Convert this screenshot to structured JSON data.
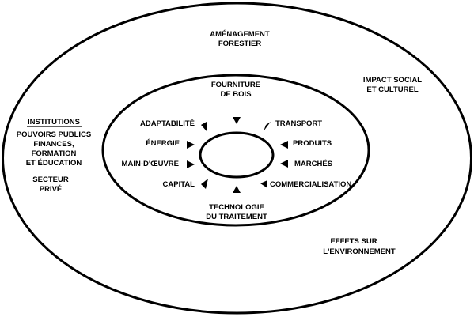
{
  "outer_ring": {
    "forest_management": [
      "Aménagement",
      "forestier"
    ],
    "social_impact": [
      "Impact social",
      "et culturel"
    ],
    "environment_effects": [
      "Effets sur",
      "l'environnement"
    ],
    "institutions": {
      "heading": "Institutions",
      "public": [
        "Pouvoirs publics",
        "Finances,",
        "formation",
        "et éducation"
      ],
      "private": [
        "Secteur",
        "privé"
      ]
    }
  },
  "middle_ring": {
    "wood_supply": [
      "Fourniture",
      "de bois"
    ],
    "processing_technology": [
      "Technologie",
      "du traitement"
    ],
    "left_factors": [
      "Adaptabilité",
      "Énergie",
      "Main-d'œuvre",
      "Capital"
    ],
    "right_factors": [
      "Transport",
      "Produits",
      "Marchés",
      "Commercialisation"
    ]
  },
  "colors": {
    "line": "#000000",
    "background": "#ffffff"
  }
}
